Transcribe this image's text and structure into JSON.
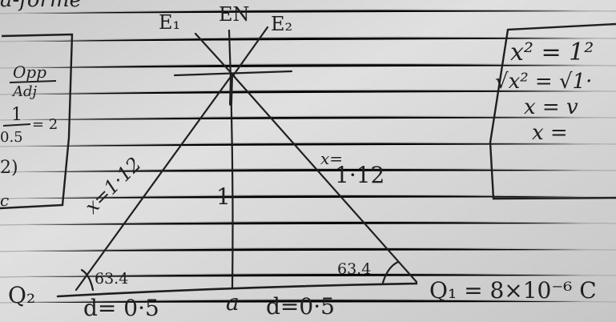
{
  "page": {
    "paper_color": "#d8d8d8",
    "ink_color": "#1f1f1f",
    "line_color": "#a9a9a9"
  },
  "top_text": "a-forme",
  "left_box": {
    "line1": "Opp",
    "line2": "Adj",
    "numerator": "1",
    "denominator": "0.5",
    "equals": "= 2",
    "line4": "2)",
    "line5": "c"
  },
  "right_box": {
    "line1": "x² = 1²",
    "line2": "√x² = √1·",
    "line3": "x = v",
    "line4": "x ="
  },
  "diagram": {
    "labels": {
      "e1": "E₁",
      "en": "EN",
      "e2": "E₂",
      "left_side": "x=1·12",
      "right_side_x": "x=",
      "right_side_value": "1·12",
      "height": "1",
      "left_angle": "63.4",
      "right_angle": "63.4",
      "q2": "Q₂",
      "q1": "Q₁ = 8×10⁻⁶ C",
      "d_left": "d= 0·5",
      "a_label": "a",
      "d_right": "d=0·5"
    }
  }
}
